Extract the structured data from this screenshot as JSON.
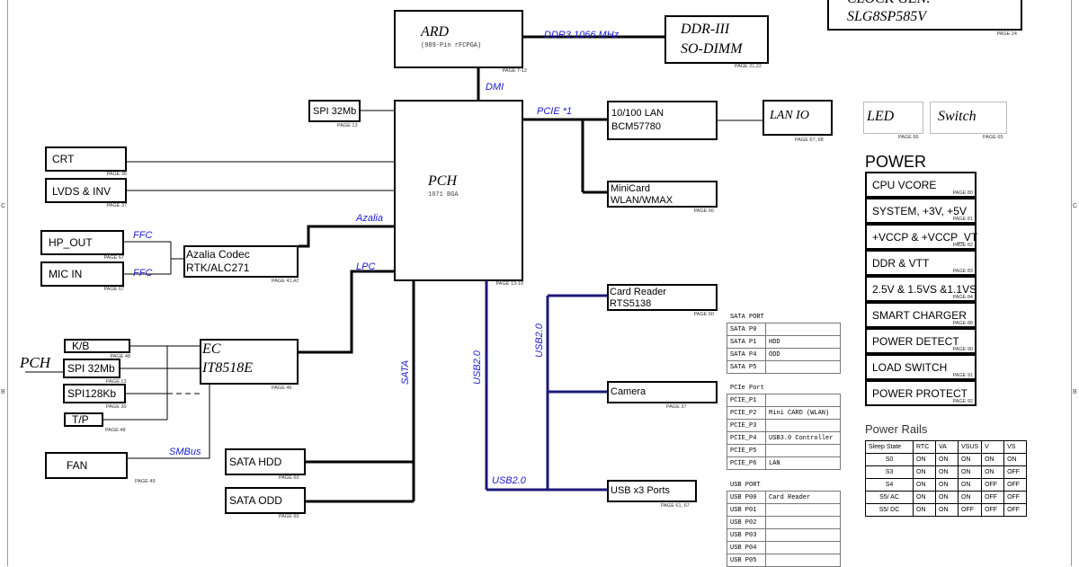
{
  "blocks": {
    "ard": {
      "title": "ARD",
      "sub": "(989-Pin rFCPGA)",
      "page": "PAGE 7-12"
    },
    "ddr": {
      "line1": "DDR-III",
      "line2": "SO-DIMM",
      "page": "PAGE 21,22"
    },
    "clock": {
      "line1": "CLOCK GEN.",
      "line2": "SLG8SP585V",
      "page": "PAGE 24"
    },
    "pch": {
      "title": "PCH",
      "sub": "1071 BGA",
      "page": "PAGE 13-19"
    },
    "spi_top": {
      "label": "SPI 32Mb",
      "page": "PAGE 13"
    },
    "lan": {
      "line1": "10/100 LAN",
      "line2": "BCM57780",
      "page": ""
    },
    "lan_io": {
      "label": "LAN IO",
      "page": "PAGE 67, 68"
    },
    "led": {
      "label": "LED",
      "page": "PAGE 66"
    },
    "switch": {
      "label": "Switch",
      "page": "PAGE 65"
    },
    "minicard": {
      "line1": "MiniCard",
      "line2": "WLAN/WMAX",
      "page": "PAGE 66"
    },
    "crt": {
      "label": "CRT",
      "page": "PAGE 36"
    },
    "lvds": {
      "label": "LVDS & INV",
      "page": "PAGE 37"
    },
    "hp_out": {
      "label": "HP_OUT",
      "page": "PAGE 67"
    },
    "mic_in": {
      "label": "MIC IN",
      "page": "PAGE 67"
    },
    "codec": {
      "line1": "Azalia Codec",
      "line2": "RTK/ALC271",
      "page": "PAGE 41,42"
    },
    "ec": {
      "line1": "EC",
      "line2": "IT8518E",
      "page": "PAGE 46"
    },
    "kb": {
      "label": "K/B",
      "page": "PAGE 48"
    },
    "spi32": {
      "label": "SPI 32Mb",
      "page": "PAGE 13"
    },
    "spi128": {
      "label": "SPI128Kb",
      "page": "PAGE 30"
    },
    "tp": {
      "label": "T/P",
      "page": "PAGE 48"
    },
    "pch_ref": {
      "label": "PCH"
    },
    "fan": {
      "label": "FAN",
      "page": "PAGE 49"
    },
    "sata_hdd": {
      "label": "SATA HDD",
      "page": "PAGE 60"
    },
    "sata_odd": {
      "label": "SATA ODD",
      "page": "PAGE 60"
    },
    "card_reader": {
      "line1": "Card Reader",
      "line2": "RTS5138",
      "page": "PAGE 60"
    },
    "camera": {
      "label": "Camera",
      "page": "PAGE 37"
    },
    "usb3": {
      "label": "USB x3 Ports",
      "page": "PAGE 61, 67"
    }
  },
  "buses": {
    "ddr3": "DDR3 1066 MHz",
    "dmi": "DMI",
    "pcie": "PCIE *1",
    "azalia": "Azalia",
    "lpc": "LPC",
    "ffc1": "FFC",
    "ffc2": "FFC",
    "smbus": "SMBus",
    "sata": "SATA",
    "usb20_a": "USB2.0",
    "usb20_b": "USB2.0",
    "usb20_c": "USB2.0"
  },
  "power": {
    "heading": "POWER",
    "items": [
      {
        "label": "CPU VCORE",
        "page": "PAGE 80"
      },
      {
        "label": "SYSTEM, +3V, +5V",
        "page": "PAGE 81"
      },
      {
        "label": "+VCCP & +VCCP_VT",
        "page": "PAGE 82"
      },
      {
        "label": "DDR & VTT",
        "page": "PAGE 83"
      },
      {
        "label": "2.5V & 1.5VS &1.1VS",
        "page": "PAGE 84"
      },
      {
        "label": "SMART CHARGER",
        "page": "PAGE 88"
      },
      {
        "label": "POWER DETECT",
        "page": "PAGE 90"
      },
      {
        "label": "LOAD SWITCH",
        "page": "PAGE 91"
      },
      {
        "label": "POWER PROTECT",
        "page": "PAGE 92"
      }
    ]
  },
  "sata_port": {
    "title": "SATA PORT",
    "rows": [
      [
        "SATA P0",
        ""
      ],
      [
        "SATA P1",
        "HDD"
      ],
      [
        "SATA P4",
        "ODD"
      ],
      [
        "SATA P5",
        ""
      ]
    ]
  },
  "pcie_port": {
    "title": "PCIe Port",
    "rows": [
      [
        "PCIE_P1",
        ""
      ],
      [
        "PCIE_P2",
        "Mini CARD (WLAN)"
      ],
      [
        "PCIE_P3",
        ""
      ],
      [
        "PCIE_P4",
        "USB3.0 Controller"
      ],
      [
        "PCIE_P5",
        ""
      ],
      [
        "PCIE_P6",
        "LAN"
      ]
    ]
  },
  "usb_port": {
    "title": "USB PORT",
    "rows": [
      [
        "USB P00",
        "Card Reader"
      ],
      [
        "USB P01",
        ""
      ],
      [
        "USB P02",
        ""
      ],
      [
        "USB P03",
        ""
      ],
      [
        "USB P04",
        ""
      ],
      [
        "USB P05",
        ""
      ]
    ]
  },
  "power_rails": {
    "title": "Power Rails",
    "header": [
      "Sleep State",
      "RTC",
      "VA",
      "VSUS",
      "V",
      "VS"
    ],
    "rows": [
      [
        "S0",
        "ON",
        "ON",
        "ON",
        "ON",
        "ON"
      ],
      [
        "S3",
        "ON",
        "ON",
        "ON",
        "ON",
        "OFF"
      ],
      [
        "S4",
        "ON",
        "ON",
        "ON",
        "OFF",
        "OFF"
      ],
      [
        "S5/ AC",
        "ON",
        "ON",
        "ON",
        "OFF",
        "OFF"
      ],
      [
        "S5/ DC",
        "ON",
        "ON",
        "OFF",
        "OFF",
        "OFF"
      ]
    ]
  },
  "margin": {
    "left_c": "C",
    "left_b": "B",
    "right_c": "C",
    "right_b": "B"
  },
  "colors": {
    "bus_blue": "#1a1ad0",
    "usb_navy": "#1c1a7a",
    "line": "#000000"
  }
}
